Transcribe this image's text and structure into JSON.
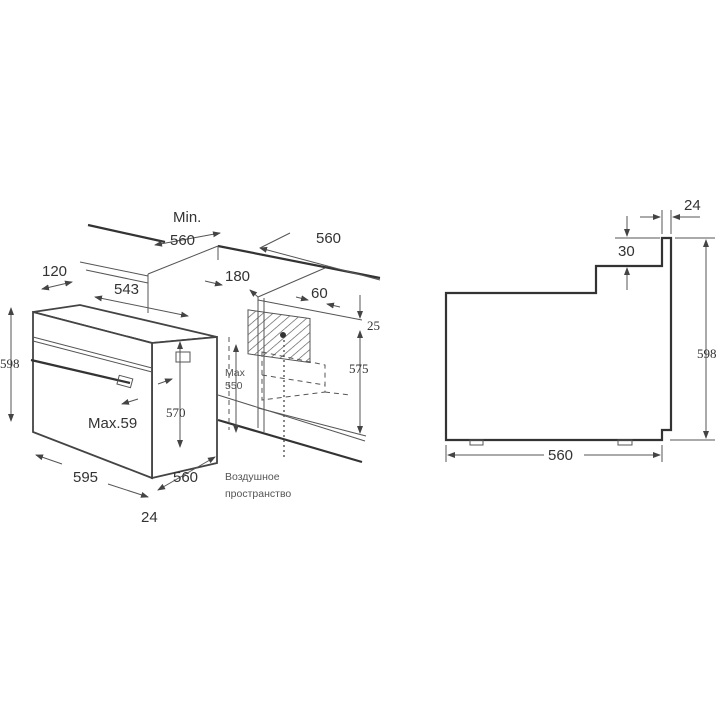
{
  "iso_view": {
    "min_label": "Min.",
    "min_depth": "560",
    "niche_width": "560",
    "front_offset": "120",
    "top_depth": "543",
    "rear_gap": "180",
    "vent_width": "60",
    "vent_top": "25",
    "oven_height": "598",
    "max_label": "Max",
    "max_value": "550",
    "niche_height": "575",
    "body_height": "570",
    "handle_depth": "Max.59",
    "oven_width": "595",
    "body_depth": "560",
    "panel_thickness": "24",
    "air_space_line1": "Воздушное",
    "air_space_line2": "пространство"
  },
  "side_view": {
    "panel_thickness": "24",
    "step": "30",
    "height": "598",
    "depth": "560"
  },
  "colors": {
    "line": "#444444",
    "background": "#ffffff"
  }
}
